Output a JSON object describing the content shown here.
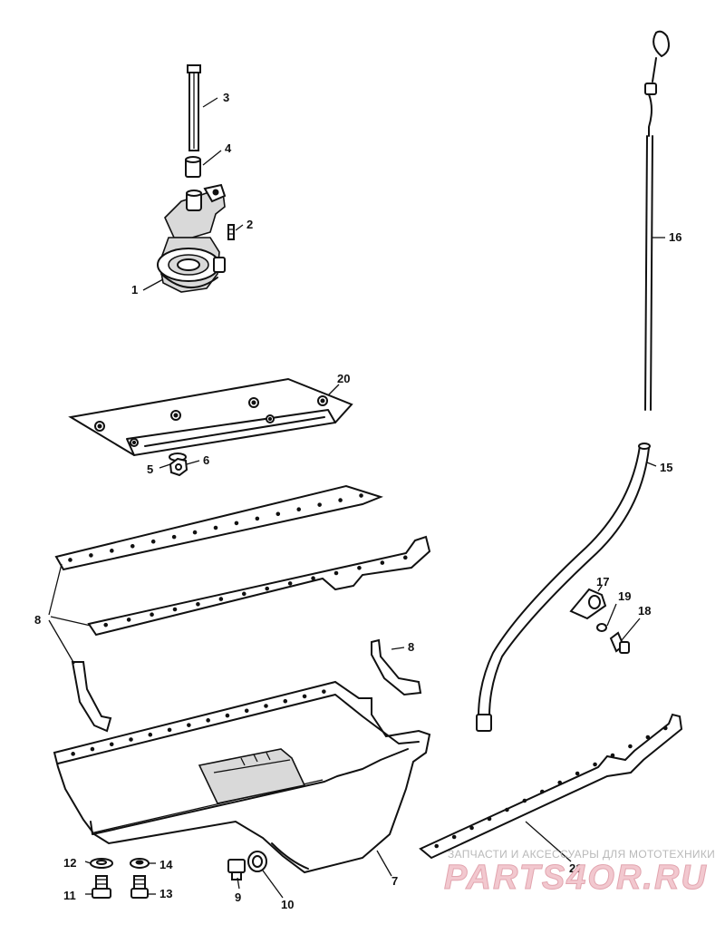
{
  "diagram": {
    "callouts": [
      {
        "id": "1",
        "label": "1"
      },
      {
        "id": "2",
        "label": "2"
      },
      {
        "id": "3",
        "label": "3"
      },
      {
        "id": "4",
        "label": "4"
      },
      {
        "id": "5",
        "label": "5"
      },
      {
        "id": "6",
        "label": "6"
      },
      {
        "id": "7",
        "label": "7"
      },
      {
        "id": "8a",
        "label": "8"
      },
      {
        "id": "8b",
        "label": "8"
      },
      {
        "id": "9",
        "label": "9"
      },
      {
        "id": "10",
        "label": "10"
      },
      {
        "id": "11",
        "label": "11"
      },
      {
        "id": "12",
        "label": "12"
      },
      {
        "id": "13",
        "label": "13"
      },
      {
        "id": "14",
        "label": "14"
      },
      {
        "id": "15",
        "label": "15"
      },
      {
        "id": "16",
        "label": "16"
      },
      {
        "id": "17",
        "label": "17"
      },
      {
        "id": "18",
        "label": "18"
      },
      {
        "id": "19",
        "label": "19"
      },
      {
        "id": "20",
        "label": "20"
      },
      {
        "id": "21",
        "label": "21"
      }
    ]
  },
  "watermark": {
    "tagline": "ЗАПЧАСТИ И АКСЕССУАРЫ ДЛЯ МОТОТЕХНИКИ",
    "brand": "PARTS4OR.RU",
    "color": "#e2a5af"
  }
}
